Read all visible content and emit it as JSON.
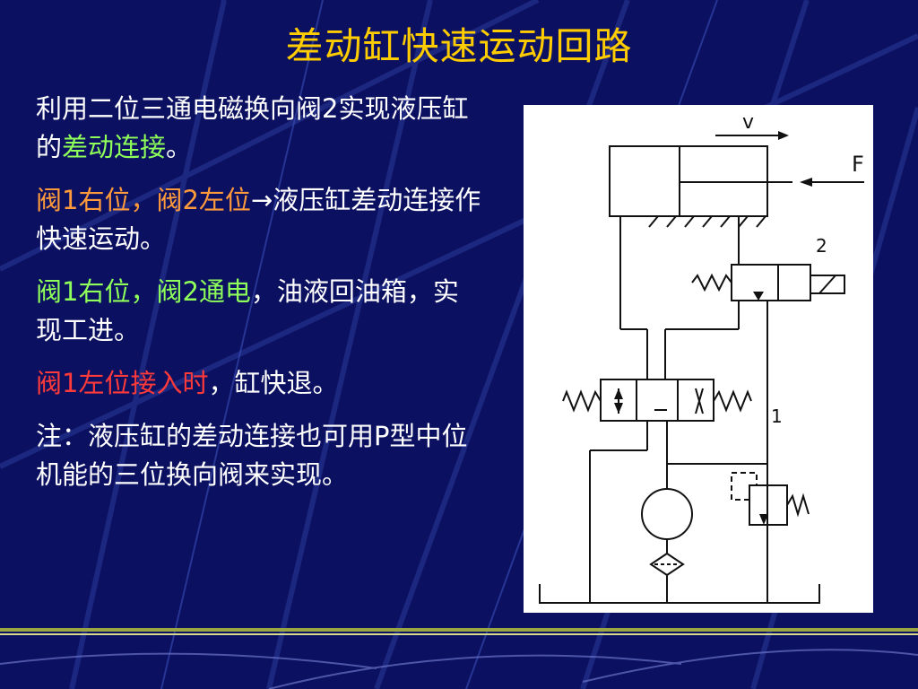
{
  "slide": {
    "title": "差动缸快速运动回路"
  },
  "paragraphs": [
    {
      "segments": [
        {
          "text": "利用二位三通电磁换向阀2实现液压缸的",
          "style": "white"
        },
        {
          "text": "差动连接",
          "style": "green"
        },
        {
          "text": "。",
          "style": "white"
        }
      ]
    },
    {
      "segments": [
        {
          "text": "阀1右位，阀2左位",
          "style": "orange"
        },
        {
          "text": "→液压缸差动连接作快速运动。",
          "style": "white"
        }
      ]
    },
    {
      "segments": [
        {
          "text": "阀1右位，阀2通电",
          "style": "green"
        },
        {
          "text": "，油液回油箱，实现工进。",
          "style": "white"
        }
      ]
    },
    {
      "segments": [
        {
          "text": "阀1左位接入时",
          "style": "red"
        },
        {
          "text": "，缸快退。",
          "style": "white"
        }
      ]
    },
    {
      "segments": [
        {
          "text": "注：液压缸的差动连接也可用P型中位机能的三位换向阀来实现。",
          "style": "white"
        }
      ]
    }
  ],
  "diagram": {
    "label_velocity": "v",
    "label_force": "F",
    "label_valve2": "2",
    "label_valve1": "1"
  },
  "colors": {
    "background": "#0b1060",
    "title": "#ffcc00",
    "text": "#ffffff",
    "highlight_green": "#8fff5a",
    "highlight_orange": "#ff9a3c",
    "highlight_red": "#ff3a3a"
  }
}
